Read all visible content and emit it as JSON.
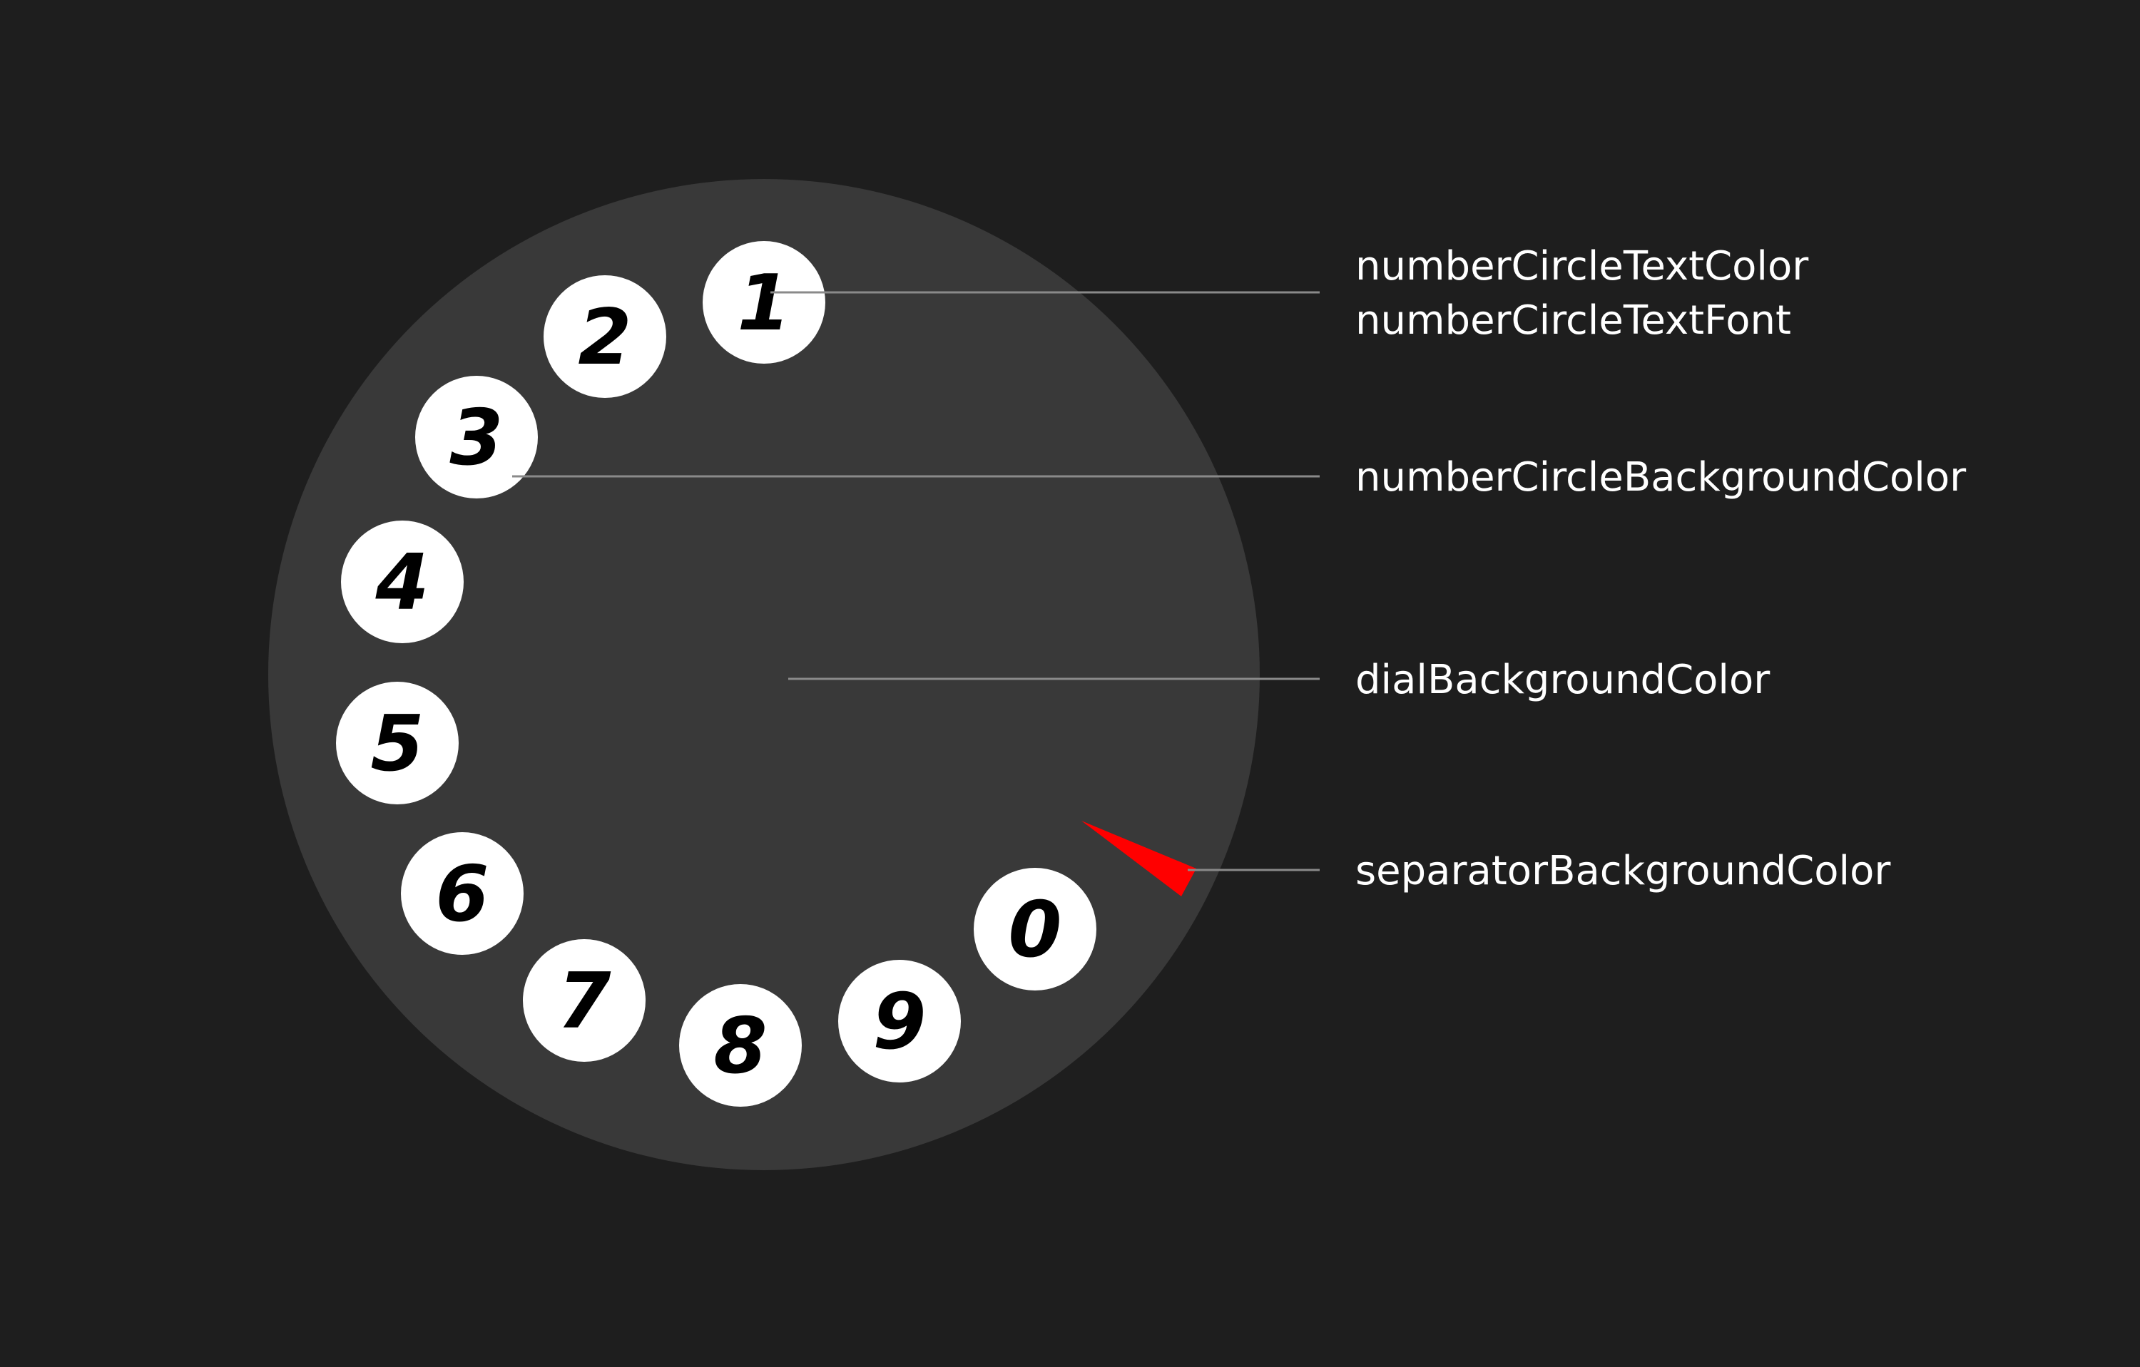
{
  "colors": {
    "page_background": "#1e1e1e",
    "dial_background": "#393939",
    "number_circle_background": "#ffffff",
    "number_circle_text": "#000000",
    "separator_background": "#ff0000",
    "leader_line": "#8a8a8a",
    "label_text": "#ffffff"
  },
  "dial": {
    "numbers": [
      "1",
      "2",
      "3",
      "4",
      "5",
      "6",
      "7",
      "8",
      "9",
      "0"
    ]
  },
  "labels": {
    "number_circle_text_color": "numberCircleTextColor",
    "number_circle_text_font": "numberCircleTextFont",
    "number_circle_background_color": "numberCircleBackgroundColor",
    "dial_background_color": "dialBackgroundColor",
    "separator_background_color": "separatorBackgroundColor"
  }
}
